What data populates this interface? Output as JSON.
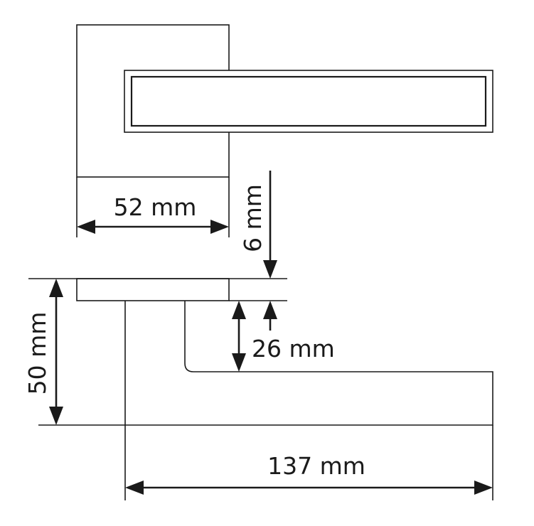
{
  "labels": {
    "rosette_width": "52 mm",
    "rosette_thickness": "6 mm",
    "total_height": "50 mm",
    "lever_offset": "26 mm",
    "lever_length": "137 mm"
  },
  "colors": {
    "stroke": "#1a1a1a",
    "background": "#ffffff"
  }
}
